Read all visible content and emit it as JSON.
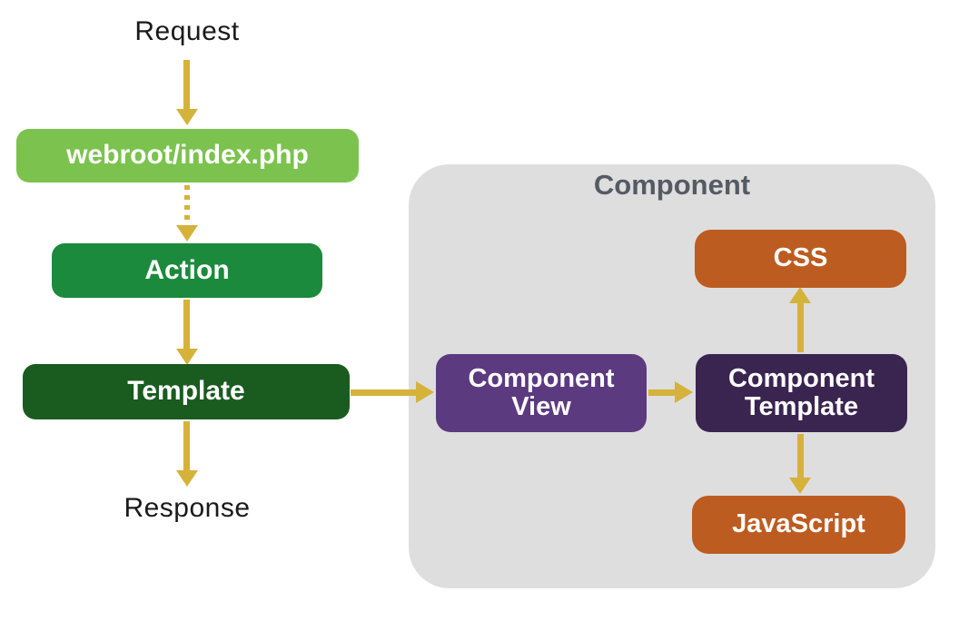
{
  "diagram": {
    "container_title": "Component",
    "flow_labels": {
      "start": "Request",
      "end": "Response"
    },
    "nodes": {
      "webroot": {
        "label": "webroot/index.php",
        "color": "#7cc24e"
      },
      "action": {
        "label": "Action",
        "color": "#1b8a3c"
      },
      "template": {
        "label": "Template",
        "color": "#1a5c20"
      },
      "component_view": {
        "label": "Component View",
        "color": "#5c3a80"
      },
      "component_template": {
        "label": "Component Template",
        "color": "#3a2450"
      },
      "css": {
        "label": "CSS",
        "color": "#bd5c20"
      },
      "javascript": {
        "label": "JavaScript",
        "color": "#bd5c20"
      }
    },
    "colors": {
      "arrow": "#d5b23a",
      "container_bg": "#dedede",
      "container_title": "#555b64",
      "text": "#1a1a1a",
      "node_text": "#ffffff",
      "background": "#ffffff"
    }
  }
}
